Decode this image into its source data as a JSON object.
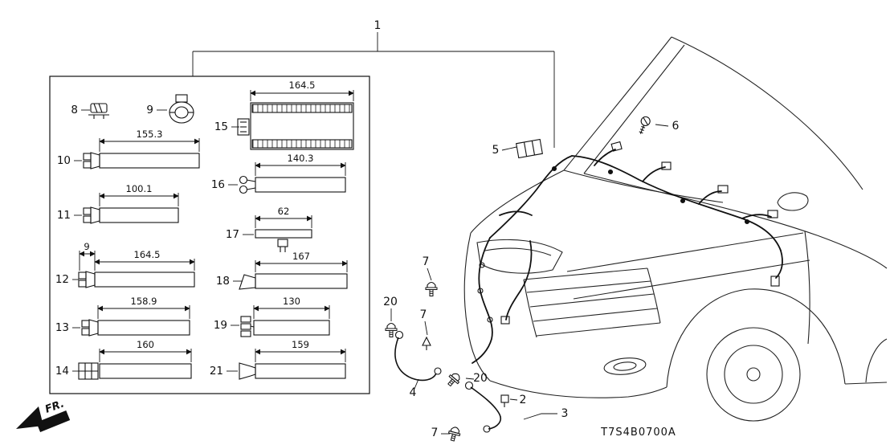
{
  "parts_box": {
    "items": [
      {
        "ref": "8"
      },
      {
        "ref": "9"
      },
      {
        "ref": "15",
        "dim": "164.5"
      },
      {
        "ref": "10",
        "dim": "155.3"
      },
      {
        "ref": "16",
        "dim": "140.3"
      },
      {
        "ref": "11",
        "dim": "100.1"
      },
      {
        "ref": "17",
        "dim": "62"
      },
      {
        "ref": "12",
        "dim": "164.5",
        "dim2": "9"
      },
      {
        "ref": "18",
        "dim": "167"
      },
      {
        "ref": "13",
        "dim": "158.9"
      },
      {
        "ref": "19",
        "dim": "130"
      },
      {
        "ref": "14",
        "dim": "160"
      },
      {
        "ref": "21",
        "dim": "159"
      }
    ]
  },
  "vehicle": {
    "callouts": [
      {
        "label": "1"
      },
      {
        "label": "5"
      },
      {
        "label": "6"
      },
      {
        "label": "7"
      },
      {
        "label": "20"
      },
      {
        "label": "7"
      },
      {
        "label": "4"
      },
      {
        "label": "20"
      },
      {
        "label": "2"
      },
      {
        "label": "3"
      },
      {
        "label": "7"
      }
    ]
  },
  "footer": {
    "part_code": "T7S4B0700A",
    "fr_label": "FR."
  }
}
